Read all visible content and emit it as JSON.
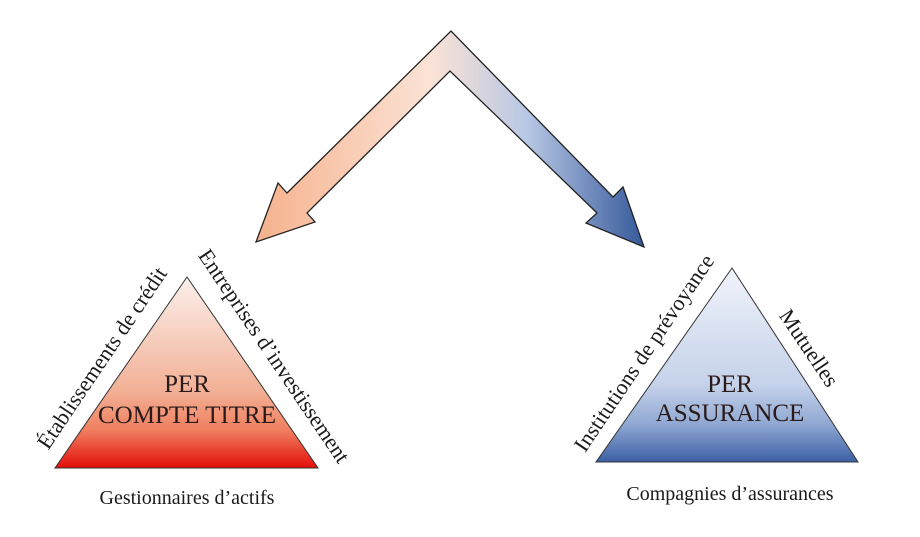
{
  "arrow": {
    "left_color": "#f4a57a",
    "right_color": "#3a5fa0"
  },
  "left_triangle": {
    "title_line1": "PER",
    "title_line2": "COMPTE TITRE",
    "left_side_label": "Établissements de crédit",
    "right_side_label": "Entreprises d’investissement",
    "bottom_label": "Gestionnaires d’actifs",
    "top_color": "#fbeee8",
    "bottom_color": "#e8120c"
  },
  "right_triangle": {
    "title_line1": "PER",
    "title_line2": "ASSURANCE",
    "left_side_label": "Institutions de prévoyance",
    "right_side_label": "Mutuelles",
    "bottom_label": "Compagnies d’assurances",
    "top_color": "#eef2fa",
    "bottom_color": "#3f64a8"
  }
}
